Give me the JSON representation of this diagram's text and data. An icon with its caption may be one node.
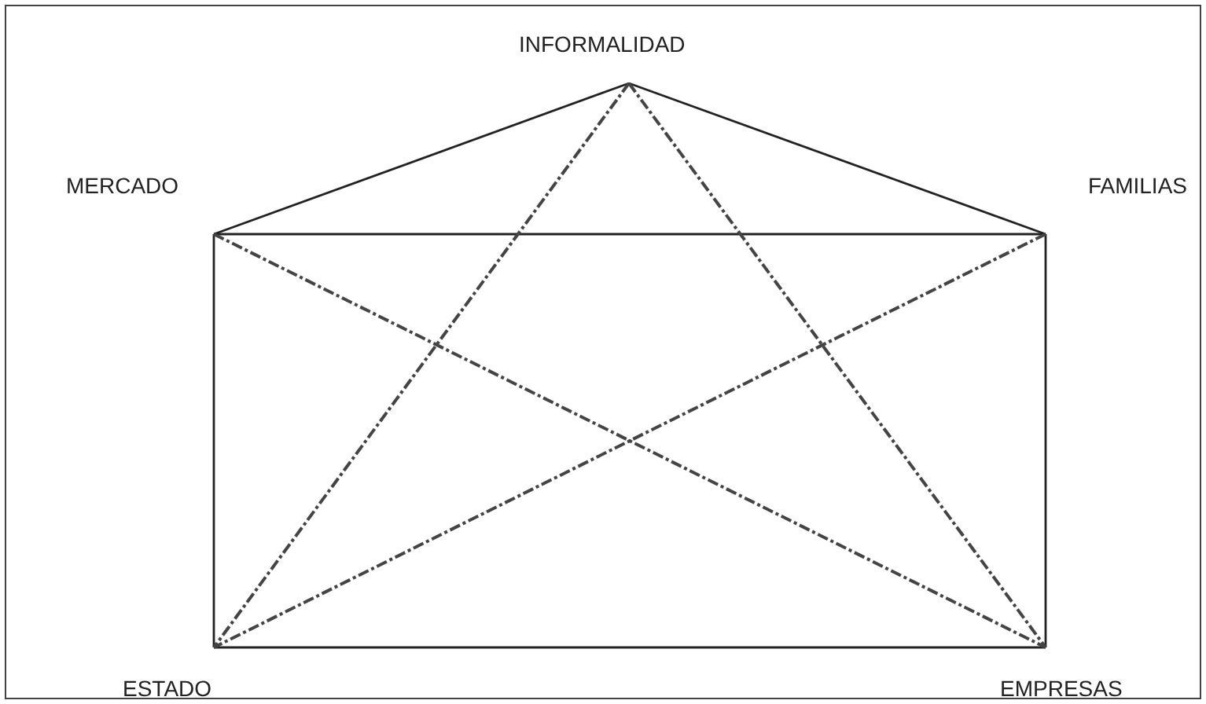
{
  "diagram": {
    "nodes": [
      {
        "text": [
          "INFORMALIDAD"
        ]
      },
      {
        "text": [
          "MERCADO"
        ]
      },
      {
        "text": [
          "FAMILIAS"
        ]
      },
      {
        "text": [
          "ESTADO"
        ]
      },
      {
        "text": [
          "EMPRESAS"
        ]
      }
    ],
    "edges": [
      {
        "from": 0,
        "to": 1,
        "arrow": "none"
      },
      {
        "from": 0,
        "to": 2,
        "arrow": "none"
      },
      {
        "from": 1,
        "to": 2,
        "arrow": "none"
      },
      {
        "from": 1,
        "to": 3,
        "arrow": "none"
      },
      {
        "from": 2,
        "to": 4,
        "arrow": "none"
      },
      {
        "from": 3,
        "to": 4,
        "arrow": "none"
      },
      {
        "from": 0,
        "to": 3,
        "arrow": "none",
        "style": "dashed"
      },
      {
        "from": 0,
        "to": 4,
        "arrow": "none",
        "style": "dashed"
      },
      {
        "from": 1,
        "to": 4,
        "arrow": "none",
        "style": "dashed"
      },
      {
        "from": 2,
        "to": 3,
        "arrow": "none",
        "style": "dashed"
      }
    ]
  }
}
